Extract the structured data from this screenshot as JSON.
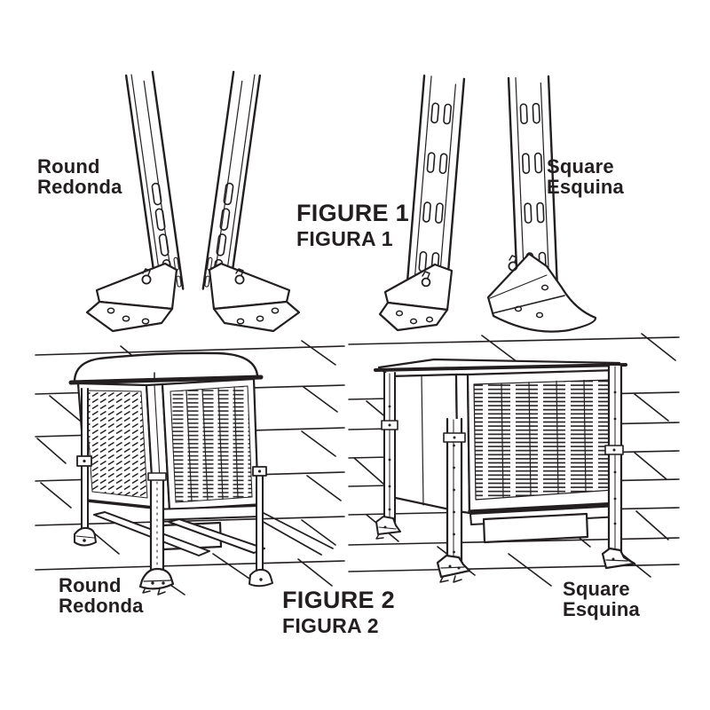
{
  "colors": {
    "ink": "#231f20",
    "background": "#ffffff"
  },
  "figure1": {
    "title_line1": "FIGURE 1",
    "title_line2": "FIGURA 1",
    "left_label_line1": "Round",
    "left_label_line2": "Redonda",
    "right_label_line1": "Square",
    "right_label_line2": "Esquina"
  },
  "figure2": {
    "title_line1": "FIGURE 2",
    "title_line2": "FIGURA 2",
    "left_label_line1": "Round",
    "left_label_line2": "Redonda",
    "right_label_line1": "Square",
    "right_label_line2": "Esquina"
  }
}
